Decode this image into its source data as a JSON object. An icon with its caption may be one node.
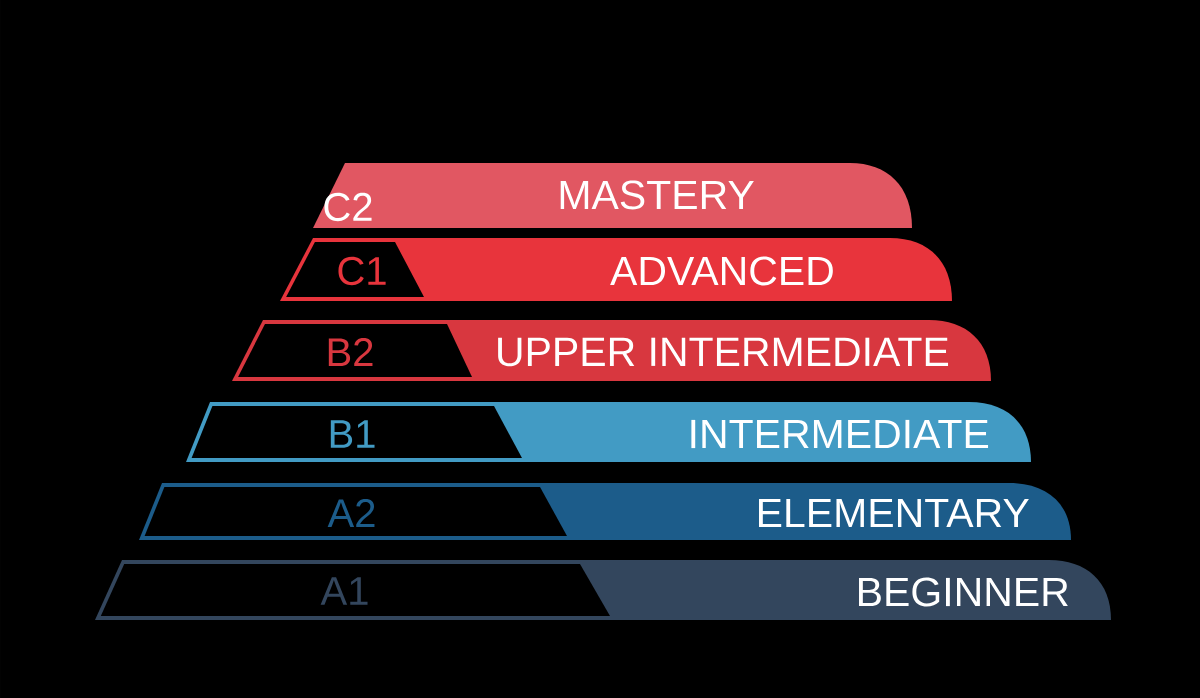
{
  "diagram": {
    "nodes": [
      {
        "text": [
          "C2",
          "MASTERY"
        ]
      },
      {
        "text": [
          "C1",
          "ADVANCED"
        ]
      },
      {
        "text": [
          "B2",
          "UPPER INTERMEDIATE"
        ]
      },
      {
        "text": [
          "B1",
          "INTERMEDIATE"
        ]
      },
      {
        "text": [
          "A2",
          "ELEMENTARY"
        ]
      },
      {
        "text": [
          "A1",
          "BEGINNER"
        ]
      }
    ]
  }
}
